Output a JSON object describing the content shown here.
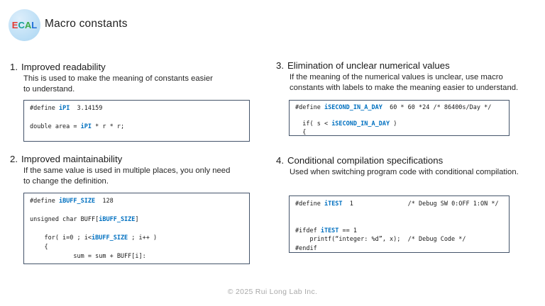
{
  "slide": {
    "title": "Macro constants",
    "footer": "© 2025 Rui Long Lab Inc.",
    "logo": {
      "letters": [
        {
          "ch": "E",
          "color": "#e23b33"
        },
        {
          "ch": "C",
          "color": "#18a09a"
        },
        {
          "ch": "A",
          "color": "#3daa47"
        },
        {
          "ch": "L",
          "color": "#1f6fd6"
        }
      ]
    },
    "colors": {
      "keyword": "#0070C0",
      "box_border": "#44546a",
      "heading": "#1a1a1a",
      "body": "#262626",
      "footer": "#a9a9a9"
    },
    "sections": [
      {
        "number": "1.",
        "heading": "Improved readability",
        "body": [
          "This is used to make the meaning of constants easier",
          "to understand."
        ]
      },
      {
        "number": "2.",
        "heading": "Improved maintainability",
        "body": [
          "If the same value is used in multiple places, you only need",
          "to change the definition."
        ]
      },
      {
        "number": "3.",
        "heading": "Elimination of unclear numerical values",
        "body": [
          "If the meaning of the numerical values is unclear, use macro",
          "constants with labels to make the meaning easier to understand."
        ]
      },
      {
        "number": "4.",
        "heading": "Conditional compilation specifications",
        "body": [
          "Used when switching program code with conditional compilation."
        ]
      }
    ],
    "code_boxes": [
      {
        "lines": [
          [
            {
              "t": "#define "
            },
            {
              "t": "iPI",
              "k": true
            },
            {
              "t": "  3.14159"
            }
          ],
          [],
          [
            {
              "t": "double area = "
            },
            {
              "t": "iPI",
              "k": true
            },
            {
              "t": " * r * r;"
            }
          ]
        ]
      },
      {
        "lines": [
          [
            {
              "t": "#define "
            },
            {
              "t": "iBUFF_SIZE",
              "k": true
            },
            {
              "t": "  128"
            }
          ],
          [],
          [
            {
              "t": "unsigned char BUFF["
            },
            {
              "t": "iBUFF_SIZE",
              "k": true
            },
            {
              "t": "]"
            }
          ],
          [],
          [
            {
              "t": "    for( i=0 ; i<"
            },
            {
              "t": "iBUFF_SIZE",
              "k": true
            },
            {
              "t": " ; i++ )"
            }
          ],
          [
            {
              "t": "    {"
            }
          ],
          [
            {
              "t": "            sum = sum + BUFF[i]:"
            }
          ]
        ]
      },
      {
        "lines": [
          [
            {
              "t": "#define "
            },
            {
              "t": "iSECOND_IN_A_DAY",
              "k": true
            },
            {
              "t": "  60 * 60 *24 /* 86400s/Day */"
            }
          ],
          [],
          [
            {
              "t": "  if( s < "
            },
            {
              "t": "iSECOND_IN_A_DAY",
              "k": true
            },
            {
              "t": " )"
            }
          ],
          [
            {
              "t": "  {"
            }
          ]
        ]
      },
      {
        "lines": [
          [
            {
              "t": "#define "
            },
            {
              "t": "iTEST",
              "k": true
            },
            {
              "t": "  1               /* Debug SW 0:OFF 1:ON */"
            }
          ],
          [],
          [],
          [
            {
              "t": "#ifdef "
            },
            {
              "t": "iTEST",
              "k": true
            },
            {
              "t": " == 1"
            }
          ],
          [
            {
              "t": "    printf(“integer: %d”, x);  /* Debug Code */"
            }
          ],
          [
            {
              "t": "#endif"
            }
          ]
        ]
      }
    ]
  }
}
